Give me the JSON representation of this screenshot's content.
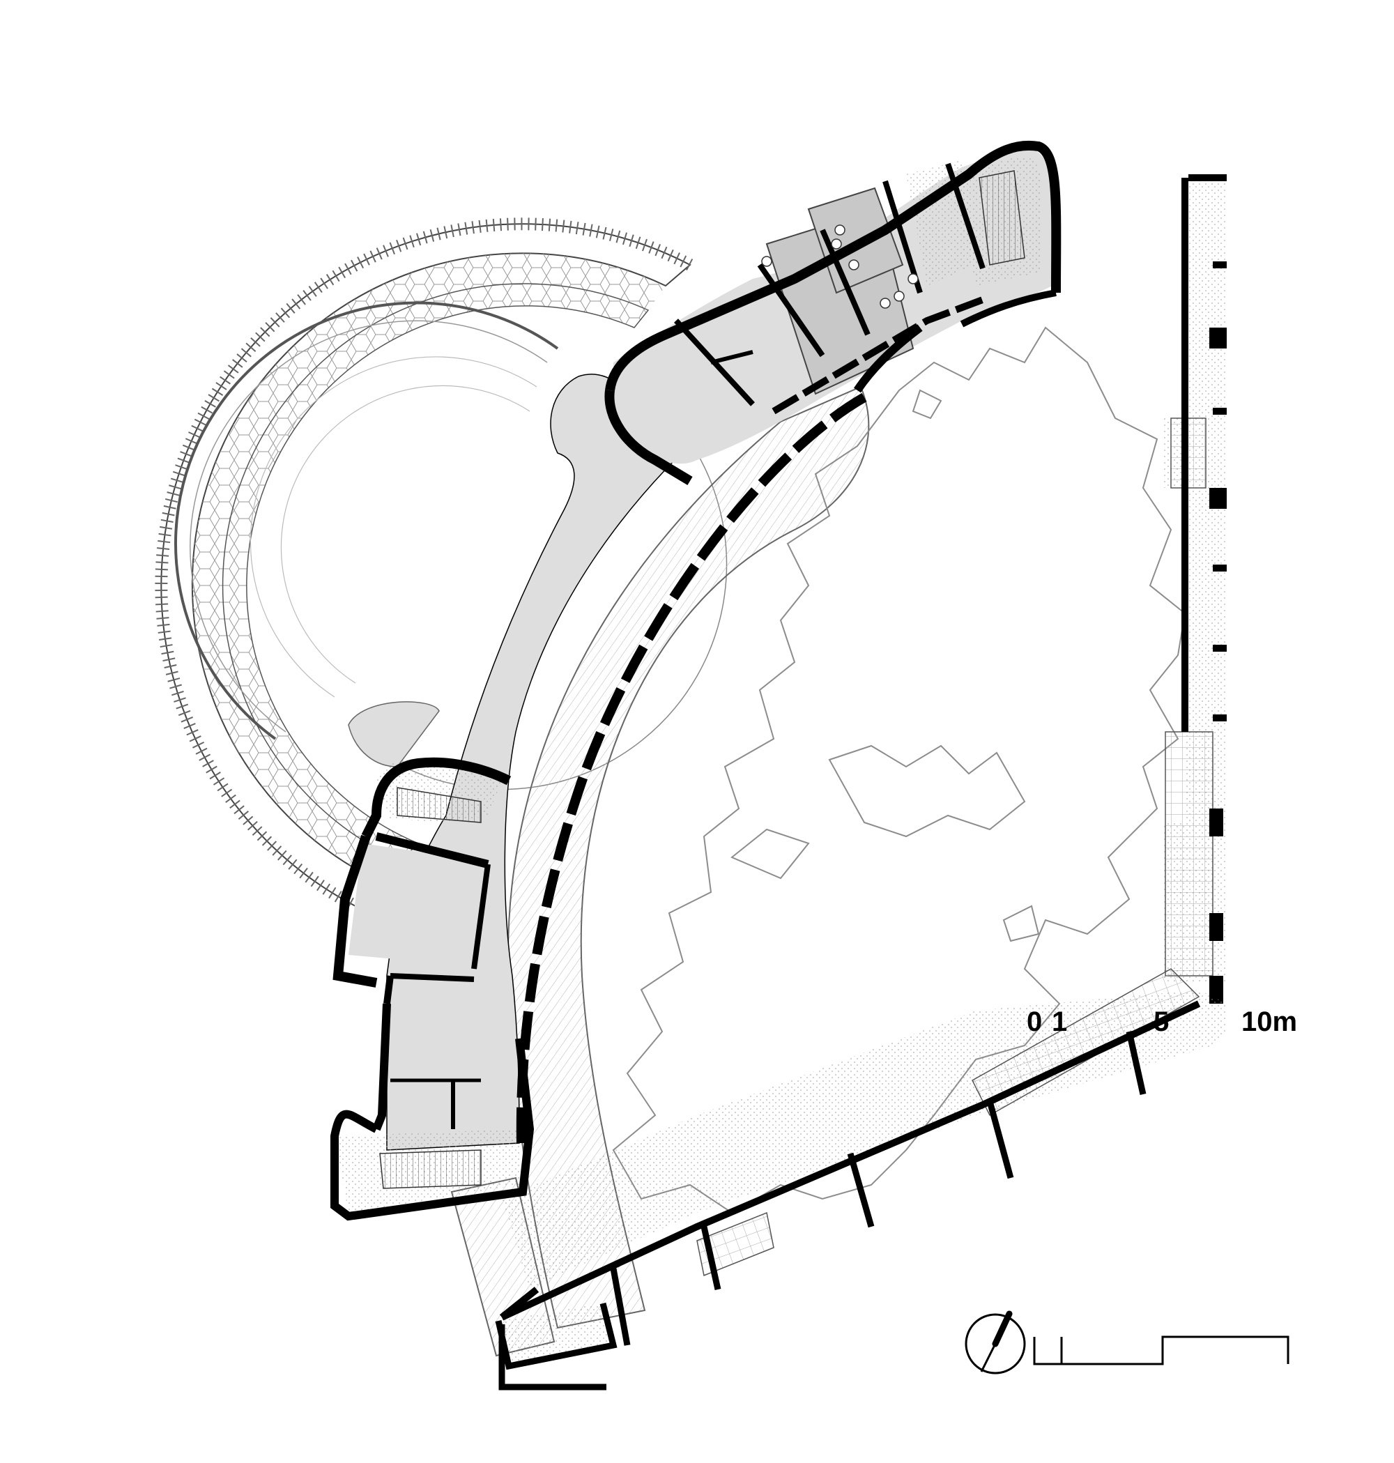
{
  "colors": {
    "wall": "#000000",
    "interior_fill": "#dedede",
    "service_fill": "#c8c8c8",
    "paving_fill": "#ececec",
    "tree_line": "#8c8c8c",
    "background": "#ffffff"
  },
  "north_arrow": {
    "icon": "north-arrow-icon"
  },
  "scale_bar": {
    "labels": [
      "0",
      "1",
      "5",
      "10m"
    ]
  }
}
